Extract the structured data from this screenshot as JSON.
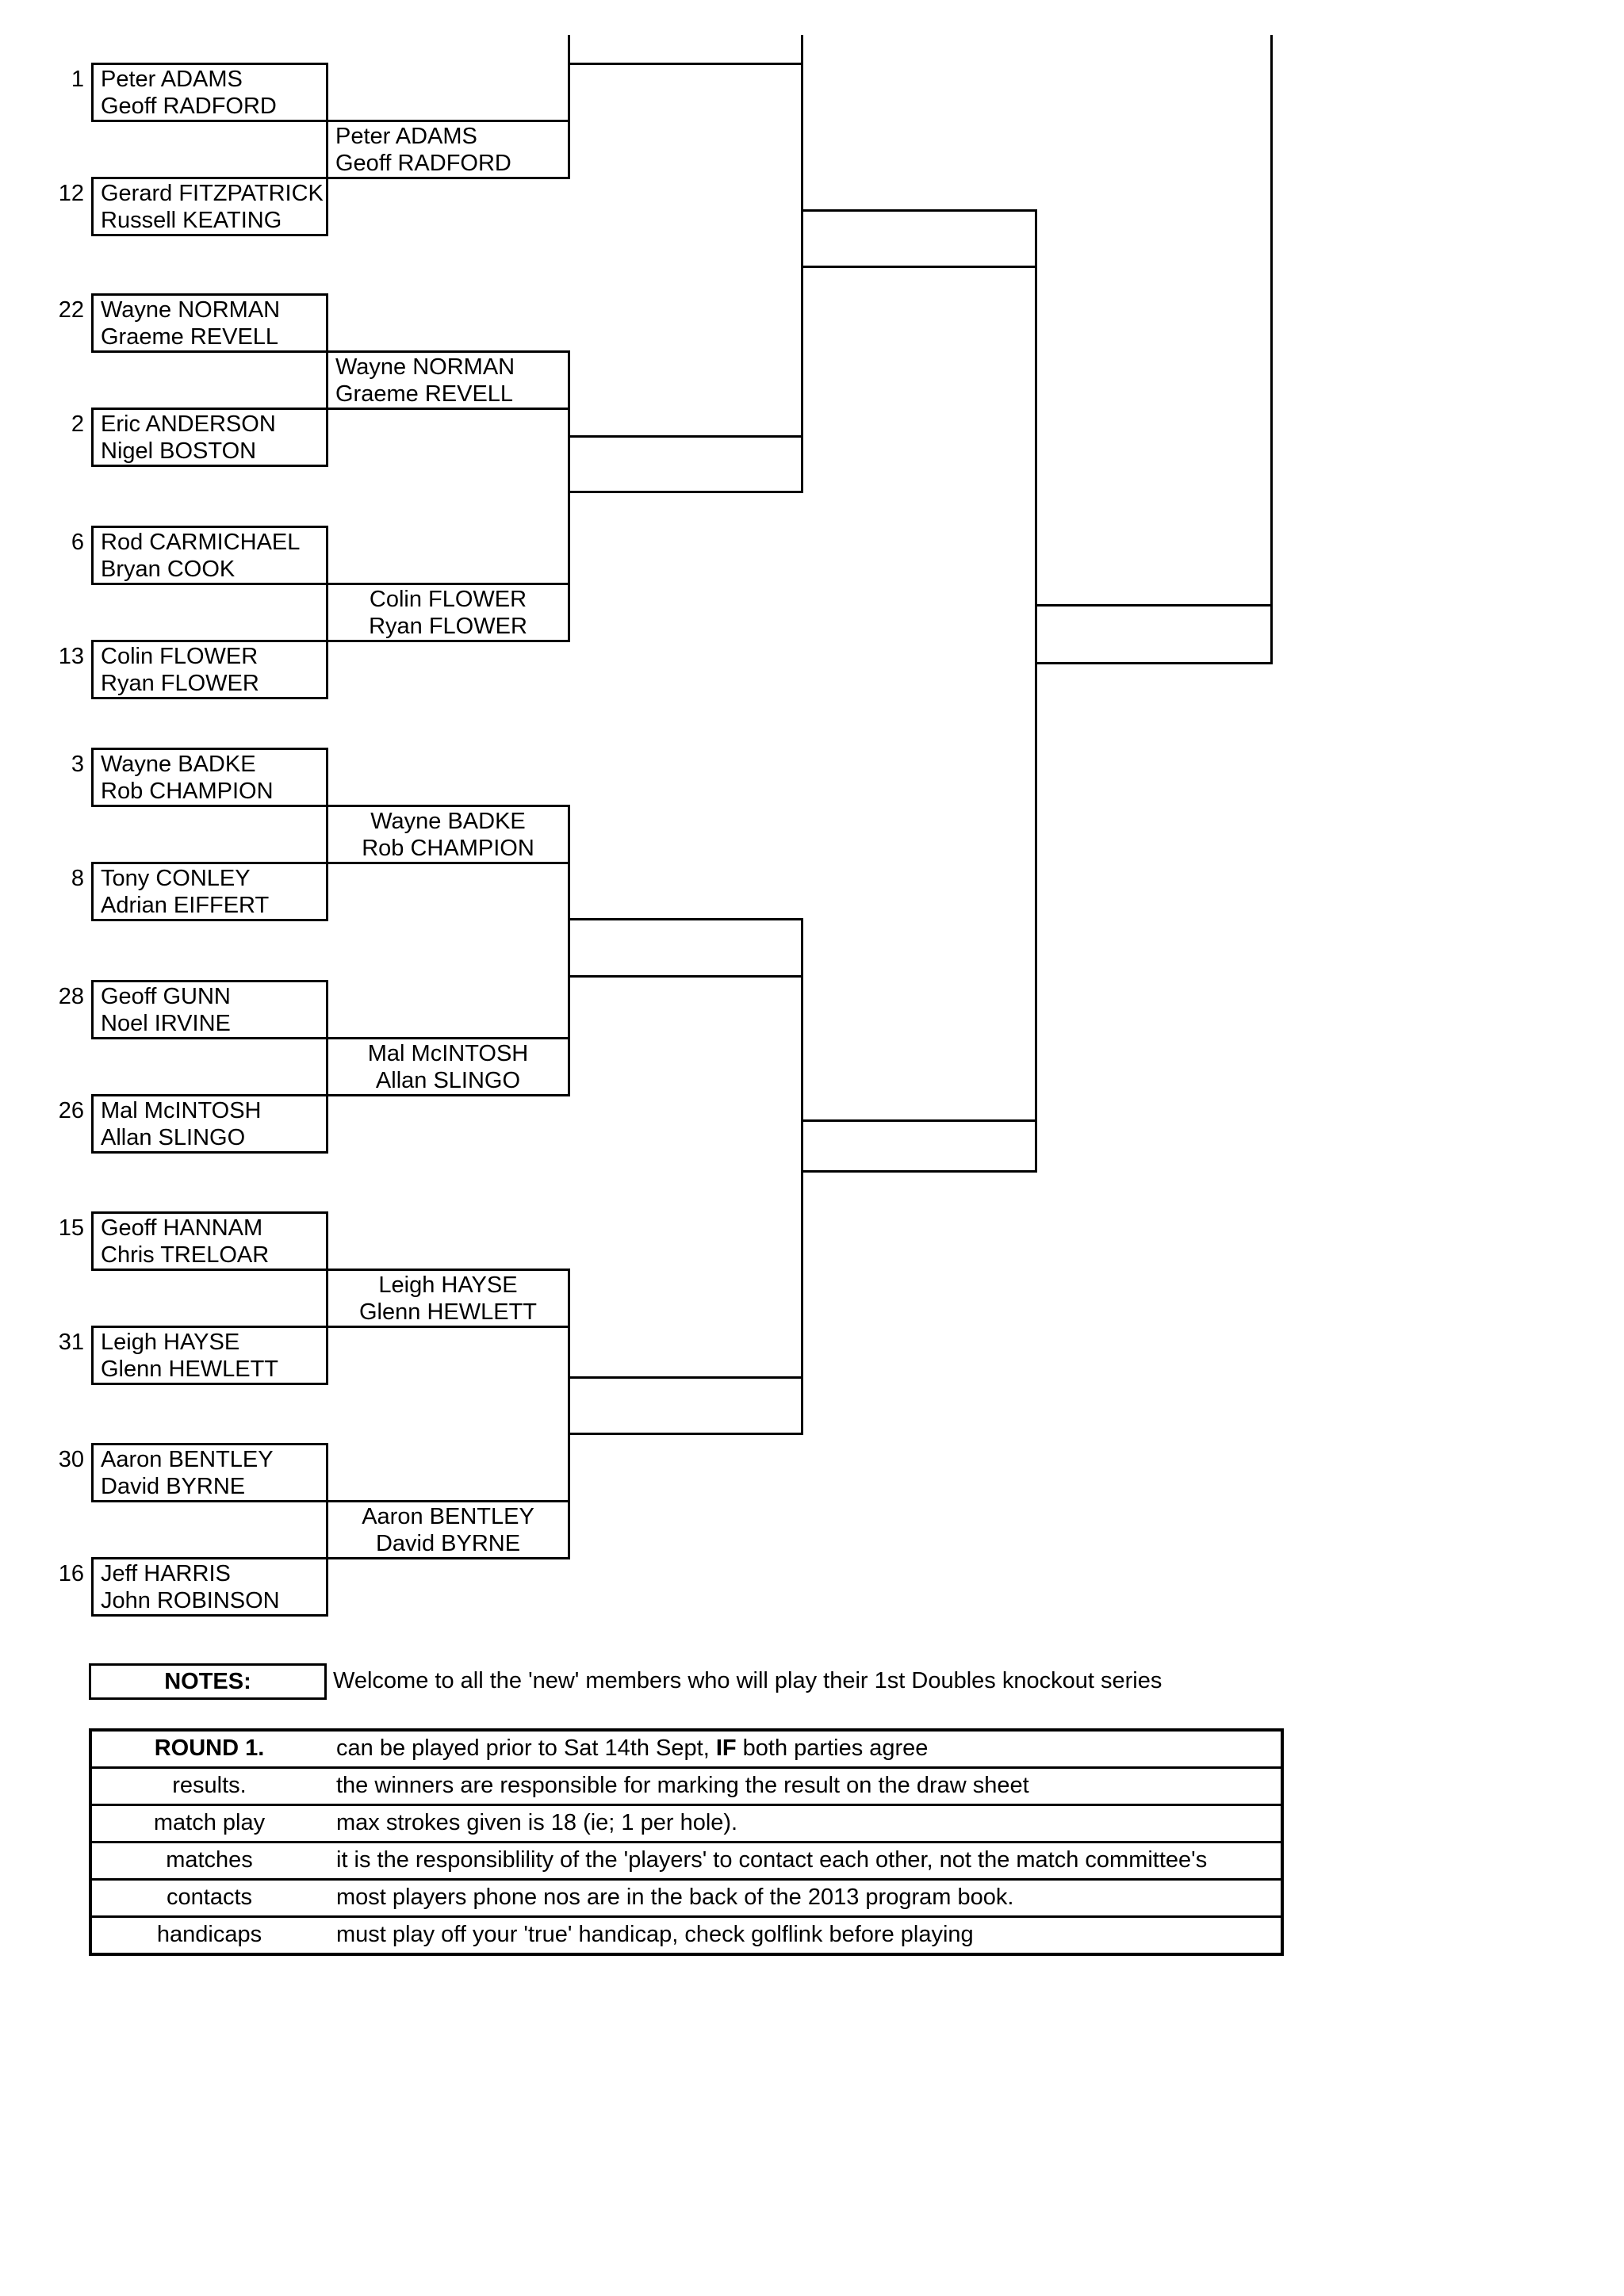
{
  "bracket": {
    "entries": [
      {
        "seed": "1",
        "p1": "Peter ADAMS",
        "p2": "Geoff RADFORD"
      },
      {
        "seed": "12",
        "p1": "Gerard FITZPATRICK",
        "p2": "Russell KEATING"
      },
      {
        "seed": "22",
        "p1": "Wayne NORMAN",
        "p2": "Graeme REVELL"
      },
      {
        "seed": "2",
        "p1": "Eric ANDERSON",
        "p2": "Nigel BOSTON"
      },
      {
        "seed": "6",
        "p1": "Rod CARMICHAEL",
        "p2": "Bryan COOK"
      },
      {
        "seed": "13",
        "p1": "Colin FLOWER",
        "p2": "Ryan FLOWER"
      },
      {
        "seed": "3",
        "p1": "Wayne BADKE",
        "p2": "Rob CHAMPION"
      },
      {
        "seed": "8",
        "p1": "Tony CONLEY",
        "p2": "Adrian EIFFERT"
      },
      {
        "seed": "28",
        "p1": "Geoff GUNN",
        "p2": "Noel IRVINE"
      },
      {
        "seed": "26",
        "p1": "Mal McINTOSH",
        "p2": "Allan SLINGO"
      },
      {
        "seed": "15",
        "p1": "Geoff HANNAM",
        "p2": "Chris TRELOAR"
      },
      {
        "seed": "31",
        "p1": "Leigh HAYSE",
        "p2": "Glenn HEWLETT"
      },
      {
        "seed": "30",
        "p1": "Aaron BENTLEY",
        "p2": "David BYRNE"
      },
      {
        "seed": "16",
        "p1": "Jeff HARRIS",
        "p2": "John ROBINSON"
      }
    ],
    "winners": [
      {
        "p1": "Peter ADAMS",
        "p2": "Geoff RADFORD"
      },
      {
        "p1": "Wayne NORMAN",
        "p2": "Graeme REVELL"
      },
      {
        "p1": "Colin FLOWER",
        "p2": "Ryan FLOWER"
      },
      {
        "p1": "Wayne BADKE",
        "p2": "Rob CHAMPION"
      },
      {
        "p1": "Mal McINTOSH",
        "p2": "Allan SLINGO"
      },
      {
        "p1": "Leigh HAYSE",
        "p2": "Glenn HEWLETT"
      },
      {
        "p1": "Aaron BENTLEY",
        "p2": "David BYRNE"
      }
    ]
  },
  "notes": {
    "label": "NOTES:",
    "text": "Welcome to all the 'new' members who will play their 1st Doubles knockout series"
  },
  "rules": {
    "rows": [
      {
        "label": "ROUND 1.",
        "pre": "can be played prior to Sat 14th Sept, ",
        "bold": "IF",
        "post": " both parties agree"
      },
      {
        "label": "results.",
        "pre": "the winners are responsible for marking the result on the draw sheet",
        "bold": "",
        "post": ""
      },
      {
        "label": "match play",
        "pre": "max strokes given is 18 (ie; 1 per hole).",
        "bold": "",
        "post": ""
      },
      {
        "label": "matches",
        "pre": "it is the responsiblility of the 'players' to contact each other, not the match committee's",
        "bold": "",
        "post": ""
      },
      {
        "label": "contacts",
        "pre": "most players phone nos are in the back of the 2013 program book.",
        "bold": "",
        "post": ""
      },
      {
        "label": "handicaps",
        "pre": "must play off your 'true' handicap, check golflink before playing",
        "bold": "",
        "post": ""
      }
    ]
  }
}
